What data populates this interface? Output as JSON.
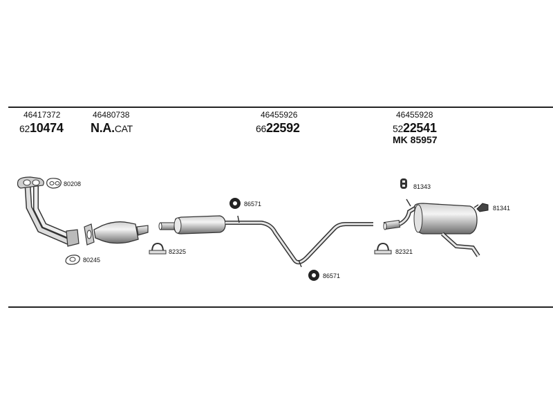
{
  "columns": [
    {
      "oem": "46417372",
      "code_prefix": "62",
      "code_main": "10474"
    },
    {
      "oem": "46480738",
      "code_main": "N.A.",
      "code_suffix": "CAT"
    },
    {
      "oem": "46455926",
      "code_prefix": "66",
      "code_main": "22592"
    },
    {
      "oem": "46455928",
      "code_prefix": "52",
      "code_main": "22541",
      "extra": "MK  85957"
    }
  ],
  "parts": {
    "gasket_top": "80208",
    "gasket_bottom": "80245",
    "clamp_center": "82325",
    "hanger_upper": "86571",
    "hanger_lower": "86571",
    "clamp_rear": "82321",
    "rubber_mount": "81343",
    "bracket_rear": "81341"
  }
}
